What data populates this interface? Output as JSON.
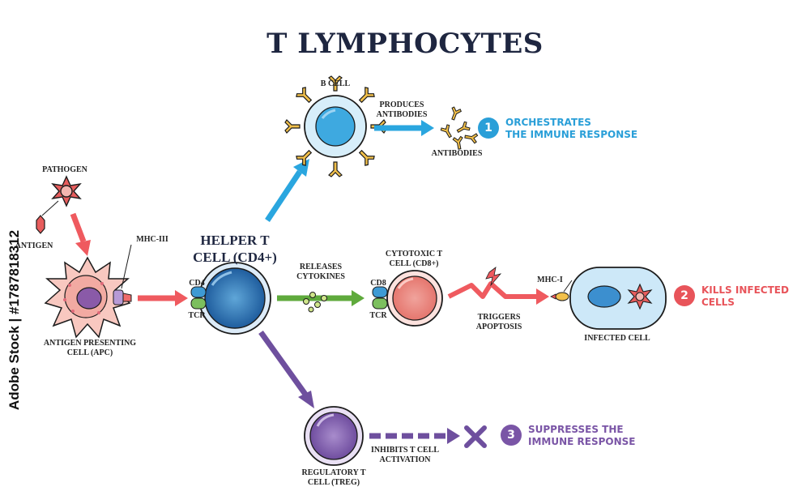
{
  "title": "T LYMPHOCYTES",
  "labels": {
    "pathogen": "PATHOGEN",
    "antigen": "ANTIGEN",
    "mhc3": "MHC-III",
    "apc": "ANTIGEN PRESENTING\nCELL (APC)",
    "helper": "HELPER T\nCELL (CD4+)",
    "cd4": "CD4",
    "tcr1": "TCR",
    "bcell": "B CELL",
    "produces": "PRODUCES\nANTIBODIES",
    "antibodies": "ANTIBODIES",
    "releases": "RELEASES\nCYTOKINES",
    "cytotoxic": "CYTOTOXIC T\nCELL (CD8+)",
    "cd8": "CD8",
    "tcr2": "TCR",
    "triggers": "TRIGGERS\nAPOPTOSIS",
    "mhc1": "MHC-I",
    "infected": "INFECTED CELL",
    "regulatory": "REGULATORY T\nCELL (TREG)",
    "inhibits": "INHIBITS T CELL\nACTIVATION"
  },
  "outcomes": [
    {
      "number": "1",
      "text": "ORCHESTRATES\nTHE IMMUNE RESPONSE",
      "color": "#2a9fd8"
    },
    {
      "number": "2",
      "text": "KILLS INFECTED\nCELLS",
      "color": "#e8545a"
    },
    {
      "number": "3",
      "text": "SUPPRESSES THE\nIMMUNE RESPONSE",
      "color": "#7a55a6"
    }
  ],
  "stock_id": "Adobe Stock | #1787818312",
  "colors": {
    "blue": "#2aa6df",
    "red": "#ef5a5f",
    "green": "#5faa3c",
    "purple": "#6e4f9e",
    "title": "#1e2640"
  }
}
